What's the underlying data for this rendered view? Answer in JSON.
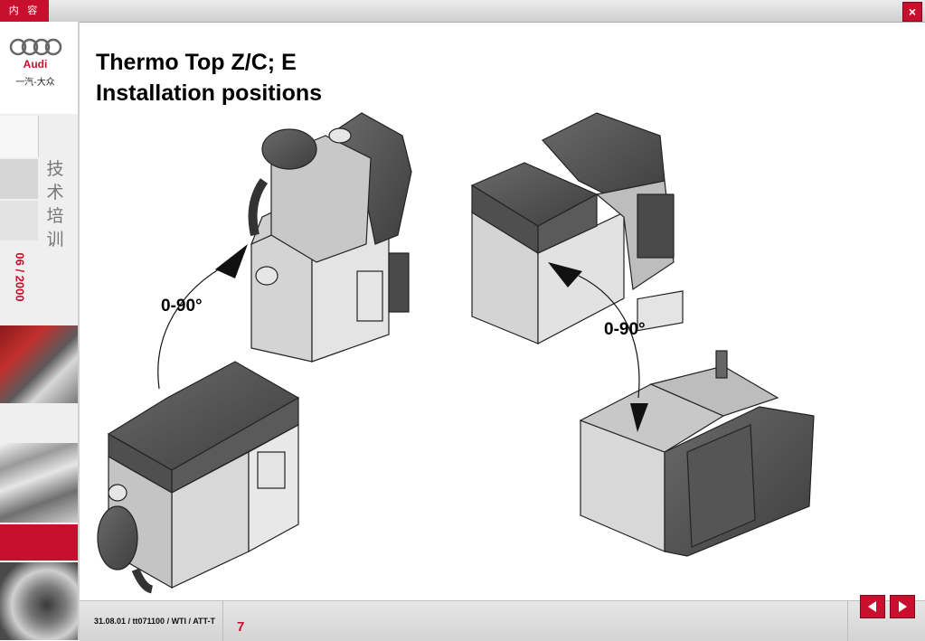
{
  "topbar": {
    "menu_label": "内 容",
    "close_label": "×"
  },
  "sidebar": {
    "logo_word": "Audi",
    "logo_subtitle": "一汽-大众",
    "section_chars": [
      "技",
      "术",
      "培",
      "训"
    ],
    "edition": "06 / 2000"
  },
  "title": {
    "line1": "Thermo Top Z/C; E",
    "line2": "Installation positions"
  },
  "labels": {
    "left_angle": "0-90°",
    "right_angle": "0-90°"
  },
  "footer": {
    "document_ref": "31.08.01 / tt071100 / WTI / ATT-T",
    "page_number": "7"
  },
  "colors": {
    "accent": "#c8102e",
    "heater_dark": "#555555",
    "heater_light": "#d9d9d9"
  },
  "icons": {
    "close": "close-icon",
    "prev": "arrow-left-icon",
    "next": "arrow-right-icon"
  }
}
